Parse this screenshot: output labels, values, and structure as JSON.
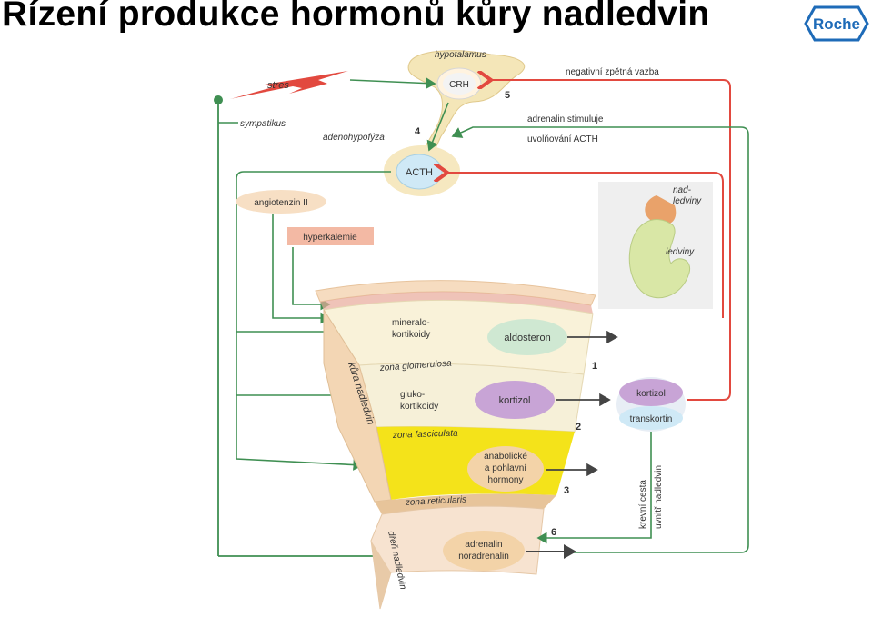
{
  "title": "Řízení produkce hormonů kůry nadledvin",
  "brand": {
    "logo_text": "Roche",
    "color": "#1e6bb8"
  },
  "colors": {
    "feedback_red": "#e2493f",
    "pathway_green": "#3f8f52",
    "cortex_peach": "#f3d6b4",
    "reticularis_yellow": "#f4e31a",
    "aldosteron_fill": "#cfe8d2",
    "kortizol_fill": "#c8a4d6",
    "acth_fill": "#cfe9f6"
  },
  "labels": {
    "hypotalamus": "hypotalamus",
    "crh": "CRH",
    "stres": "stres",
    "sympatikus": "sympatikus",
    "adenohypofyza": "adenohypofýza",
    "acth": "ACTH",
    "num_4": "4",
    "num_5": "5",
    "neg_feedback": "negativní zpětná vazba",
    "adrenalin_stim_1": "adrenalin stimuluje",
    "adrenalin_stim_2": "uvolňování ACTH",
    "angiotenzin": "angiotenzin II",
    "hyperkalemie": "hyperkalemie",
    "nadledviny": "nad-\nledviny",
    "ledviny": "ledviny",
    "mineralo": "mineralo-\nkortikoidy",
    "aldosteron": "aldosteron",
    "zona_glomerulosa": "zona glomerulosa",
    "num_1": "1",
    "gluko": "gluko-\nkortikoidy",
    "kortizol": "kortizol",
    "zona_fasciculata": "zona fasciculata",
    "num_2": "2",
    "anabolicke": "anabolické\na pohlavní\nhormony",
    "zona_reticularis": "zona reticularis",
    "num_3": "3",
    "kura_nadledvin": "kůra nadledvin",
    "dren_nadledvin": "dřeň nadledvin",
    "adrenalin": "adrenalin\nnoradrenalin",
    "num_6": "6",
    "kortizol_blood": "kortizol",
    "transkortin": "transkortin",
    "krevni_cesta": "krevní cesta",
    "uvnitr_nadledvin": "uvnitř nadledvin"
  }
}
